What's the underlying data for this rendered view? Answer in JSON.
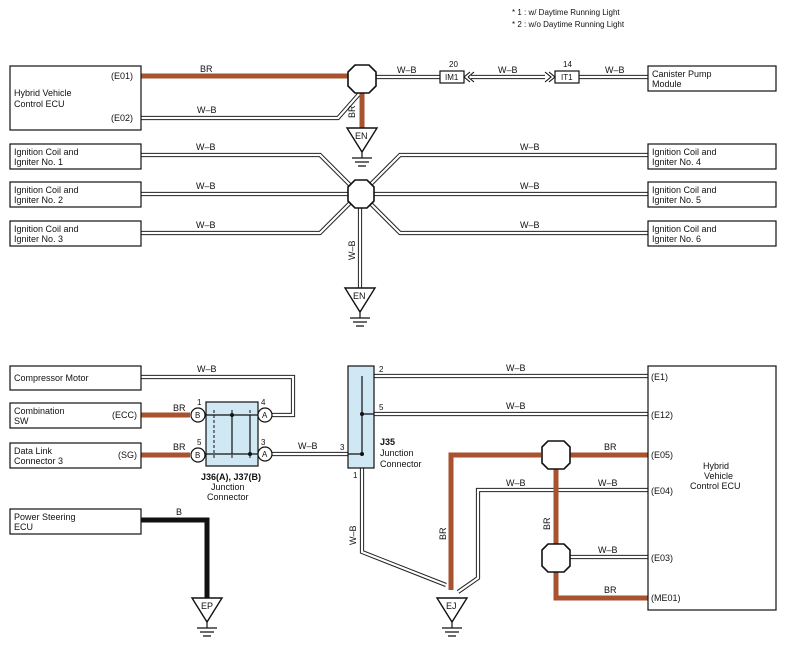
{
  "notes": [
    "* 1 : w/ Daytime Running Light",
    "* 2 : w/o Daytime Running Light"
  ],
  "components": {
    "hv_ecu_top": [
      "Hybrid Vehicle",
      "Control ECU"
    ],
    "canister": [
      "Canister Pump",
      "Module"
    ],
    "coil1": [
      "Ignition Coil and",
      "Igniter No. 1"
    ],
    "coil2": [
      "Ignition Coil and",
      "Igniter No. 2"
    ],
    "coil3": [
      "Ignition Coil and",
      "Igniter No. 3"
    ],
    "coil4": [
      "Ignition Coil and",
      "Igniter No. 4"
    ],
    "coil5": [
      "Ignition Coil and",
      "Igniter No. 5"
    ],
    "coil6": [
      "Ignition Coil and",
      "Igniter No. 6"
    ],
    "compressor": [
      "Compressor Motor"
    ],
    "combo_sw": [
      "Combination",
      "SW"
    ],
    "dlc3": [
      "Data Link",
      "Connector 3"
    ],
    "ps_ecu": [
      "Power Steering",
      "ECU"
    ],
    "hv_ecu_bottom": [
      "Hybrid",
      "Vehicle",
      "Control ECU"
    ]
  },
  "pins": {
    "e01": "(E01)",
    "e02": "(E02)",
    "ecc": "(ECC)",
    "sg": "(SG)",
    "e1": "(E1)",
    "e12": "(E12)",
    "e05": "(E05)",
    "e04": "(E04)",
    "e03": "(E03)",
    "me01": "(ME01)"
  },
  "wire_colors": {
    "br": "BR",
    "wb": "W–B",
    "b": "B"
  },
  "inline_connectors": {
    "im1": {
      "name": "IM1",
      "pin": "20"
    },
    "it1": {
      "name": "IT1",
      "pin": "14"
    }
  },
  "grounds": {
    "en_top": "EN",
    "en_bottom": "EN",
    "ep": "EP",
    "ej": "EJ"
  },
  "junction_j36": {
    "title": "J36(A), J37(B)",
    "subtitle": [
      "Junction",
      "Connector"
    ],
    "terminals": {
      "b1": "B",
      "b5": "B",
      "a4": "A",
      "a3": "A"
    },
    "pin_numbers": {
      "p1": "1",
      "p5": "5",
      "p4": "4",
      "p3": "3"
    }
  },
  "junction_j35": {
    "title": "J35",
    "subtitle": [
      "Junction",
      "Connector"
    ],
    "pin_numbers": {
      "p2": "2",
      "p5": "5",
      "p3": "3",
      "p1": "1"
    }
  },
  "colors": {
    "brown_wire": "#a9522f",
    "connector_fill": "#cfe8f3",
    "line": "#111111"
  }
}
